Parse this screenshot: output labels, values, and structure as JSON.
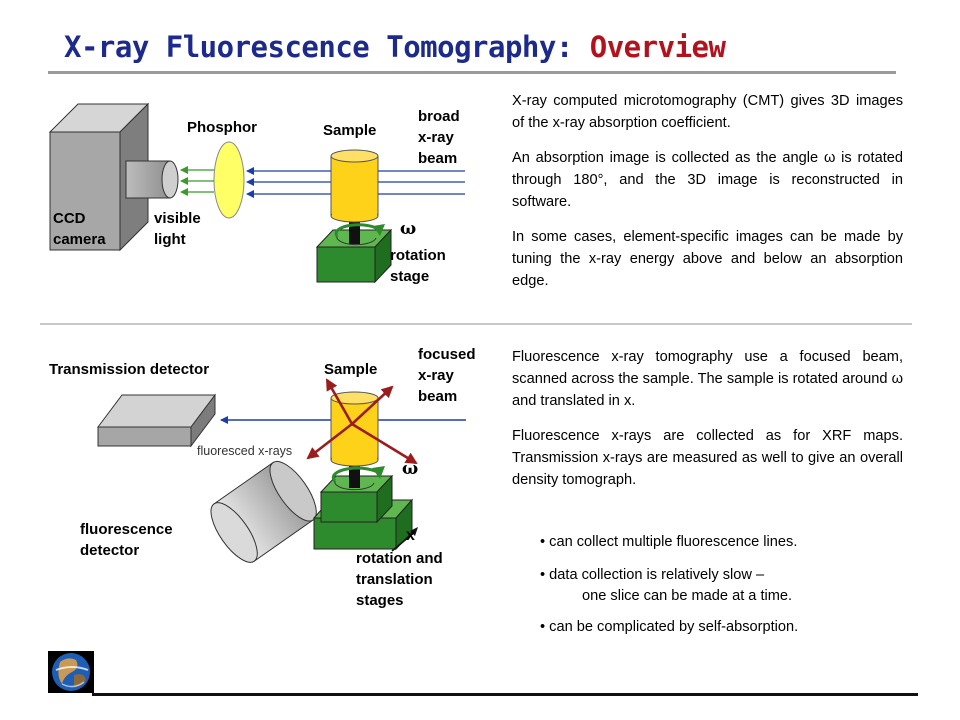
{
  "title": {
    "part1": "X-ray Fluorescence Tomography:",
    "part2": "Overview"
  },
  "top_diagram": {
    "ccd_camera": [
      "CCD",
      "camera"
    ],
    "phosphor": "Phosphor",
    "visible_light": [
      "visible",
      "light"
    ],
    "sample": "Sample",
    "beam": [
      "broad",
      "x-ray",
      "beam"
    ],
    "omega": "ω",
    "rotation_stage": [
      "rotation",
      "stage"
    ]
  },
  "top_text": {
    "p1": "X-ray computed microtomography (CMT) gives 3D images of the  x-ray absorption coefficient.",
    "p2": "An absorption image is collected as the angle ω is rotated through 180°, and the 3D image is reconstructed in software.",
    "p3": "In some cases, element-specific images can be made by tuning the x-ray energy above and below an absorption edge."
  },
  "bottom_diagram": {
    "transmission_detector": "Transmission detector",
    "sample": "Sample",
    "beam": [
      "focused",
      "x-ray",
      "beam"
    ],
    "fluoresced": "fluoresced x-rays",
    "omega": "ω",
    "x": "x",
    "fluorescence_detector": [
      "fluorescence",
      "detector"
    ],
    "stages": [
      "rotation and",
      "translation",
      "stages"
    ]
  },
  "bottom_text": {
    "p1": "Fluorescence x-ray tomography use a focused beam, scanned across the sample.  The sample is rotated around ω and translated in x.",
    "p2": "Fluorescence x-rays are collected as for XRF maps.  Transmission x-rays are measured as well to give an overall  density tomograph."
  },
  "bullets": [
    "• can collect multiple fluorescence lines.",
    "• data collection is relatively slow –",
    "one slice can be made at a time.",
    "• can be complicated by self-absorption."
  ],
  "colors": {
    "title_blue": "#1c2a8c",
    "title_red": "#b3121c",
    "beam_blue": "#1a3ea8",
    "light_green": "#3a9a2a",
    "fluor_red": "#9b1c1c",
    "sample_yellow": "#ffd21a",
    "stage_green": "#2d8a2d"
  },
  "icons": {
    "logo": "earth-globe-icon"
  }
}
